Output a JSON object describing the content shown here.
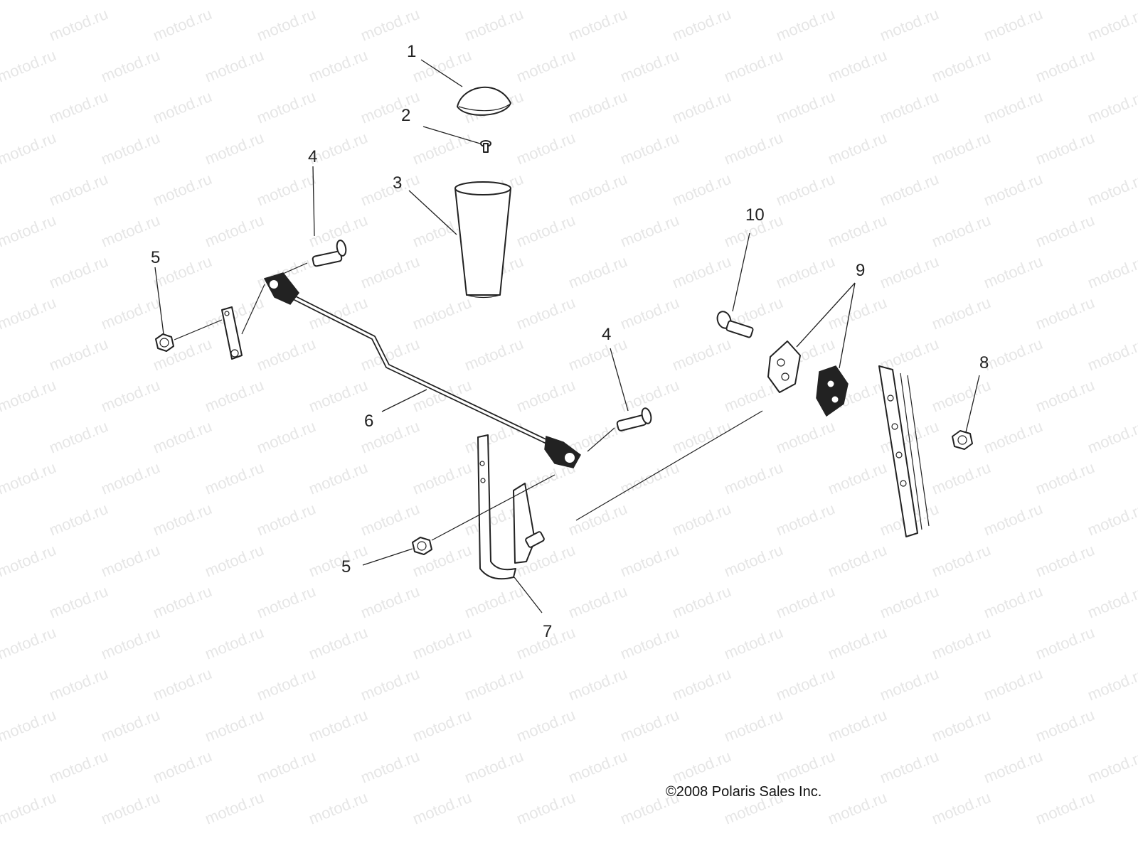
{
  "diagram": {
    "watermark": "motod.ru",
    "copyright": "©2008 Polaris Sales Inc.",
    "callouts": [
      "1",
      "2",
      "3",
      "4",
      "5",
      "10",
      "9",
      "4",
      "8",
      "6",
      "5",
      "7"
    ]
  },
  "colors": {
    "ink": "#222222",
    "watermark": "#e6e6e6",
    "background": "#ffffff"
  }
}
